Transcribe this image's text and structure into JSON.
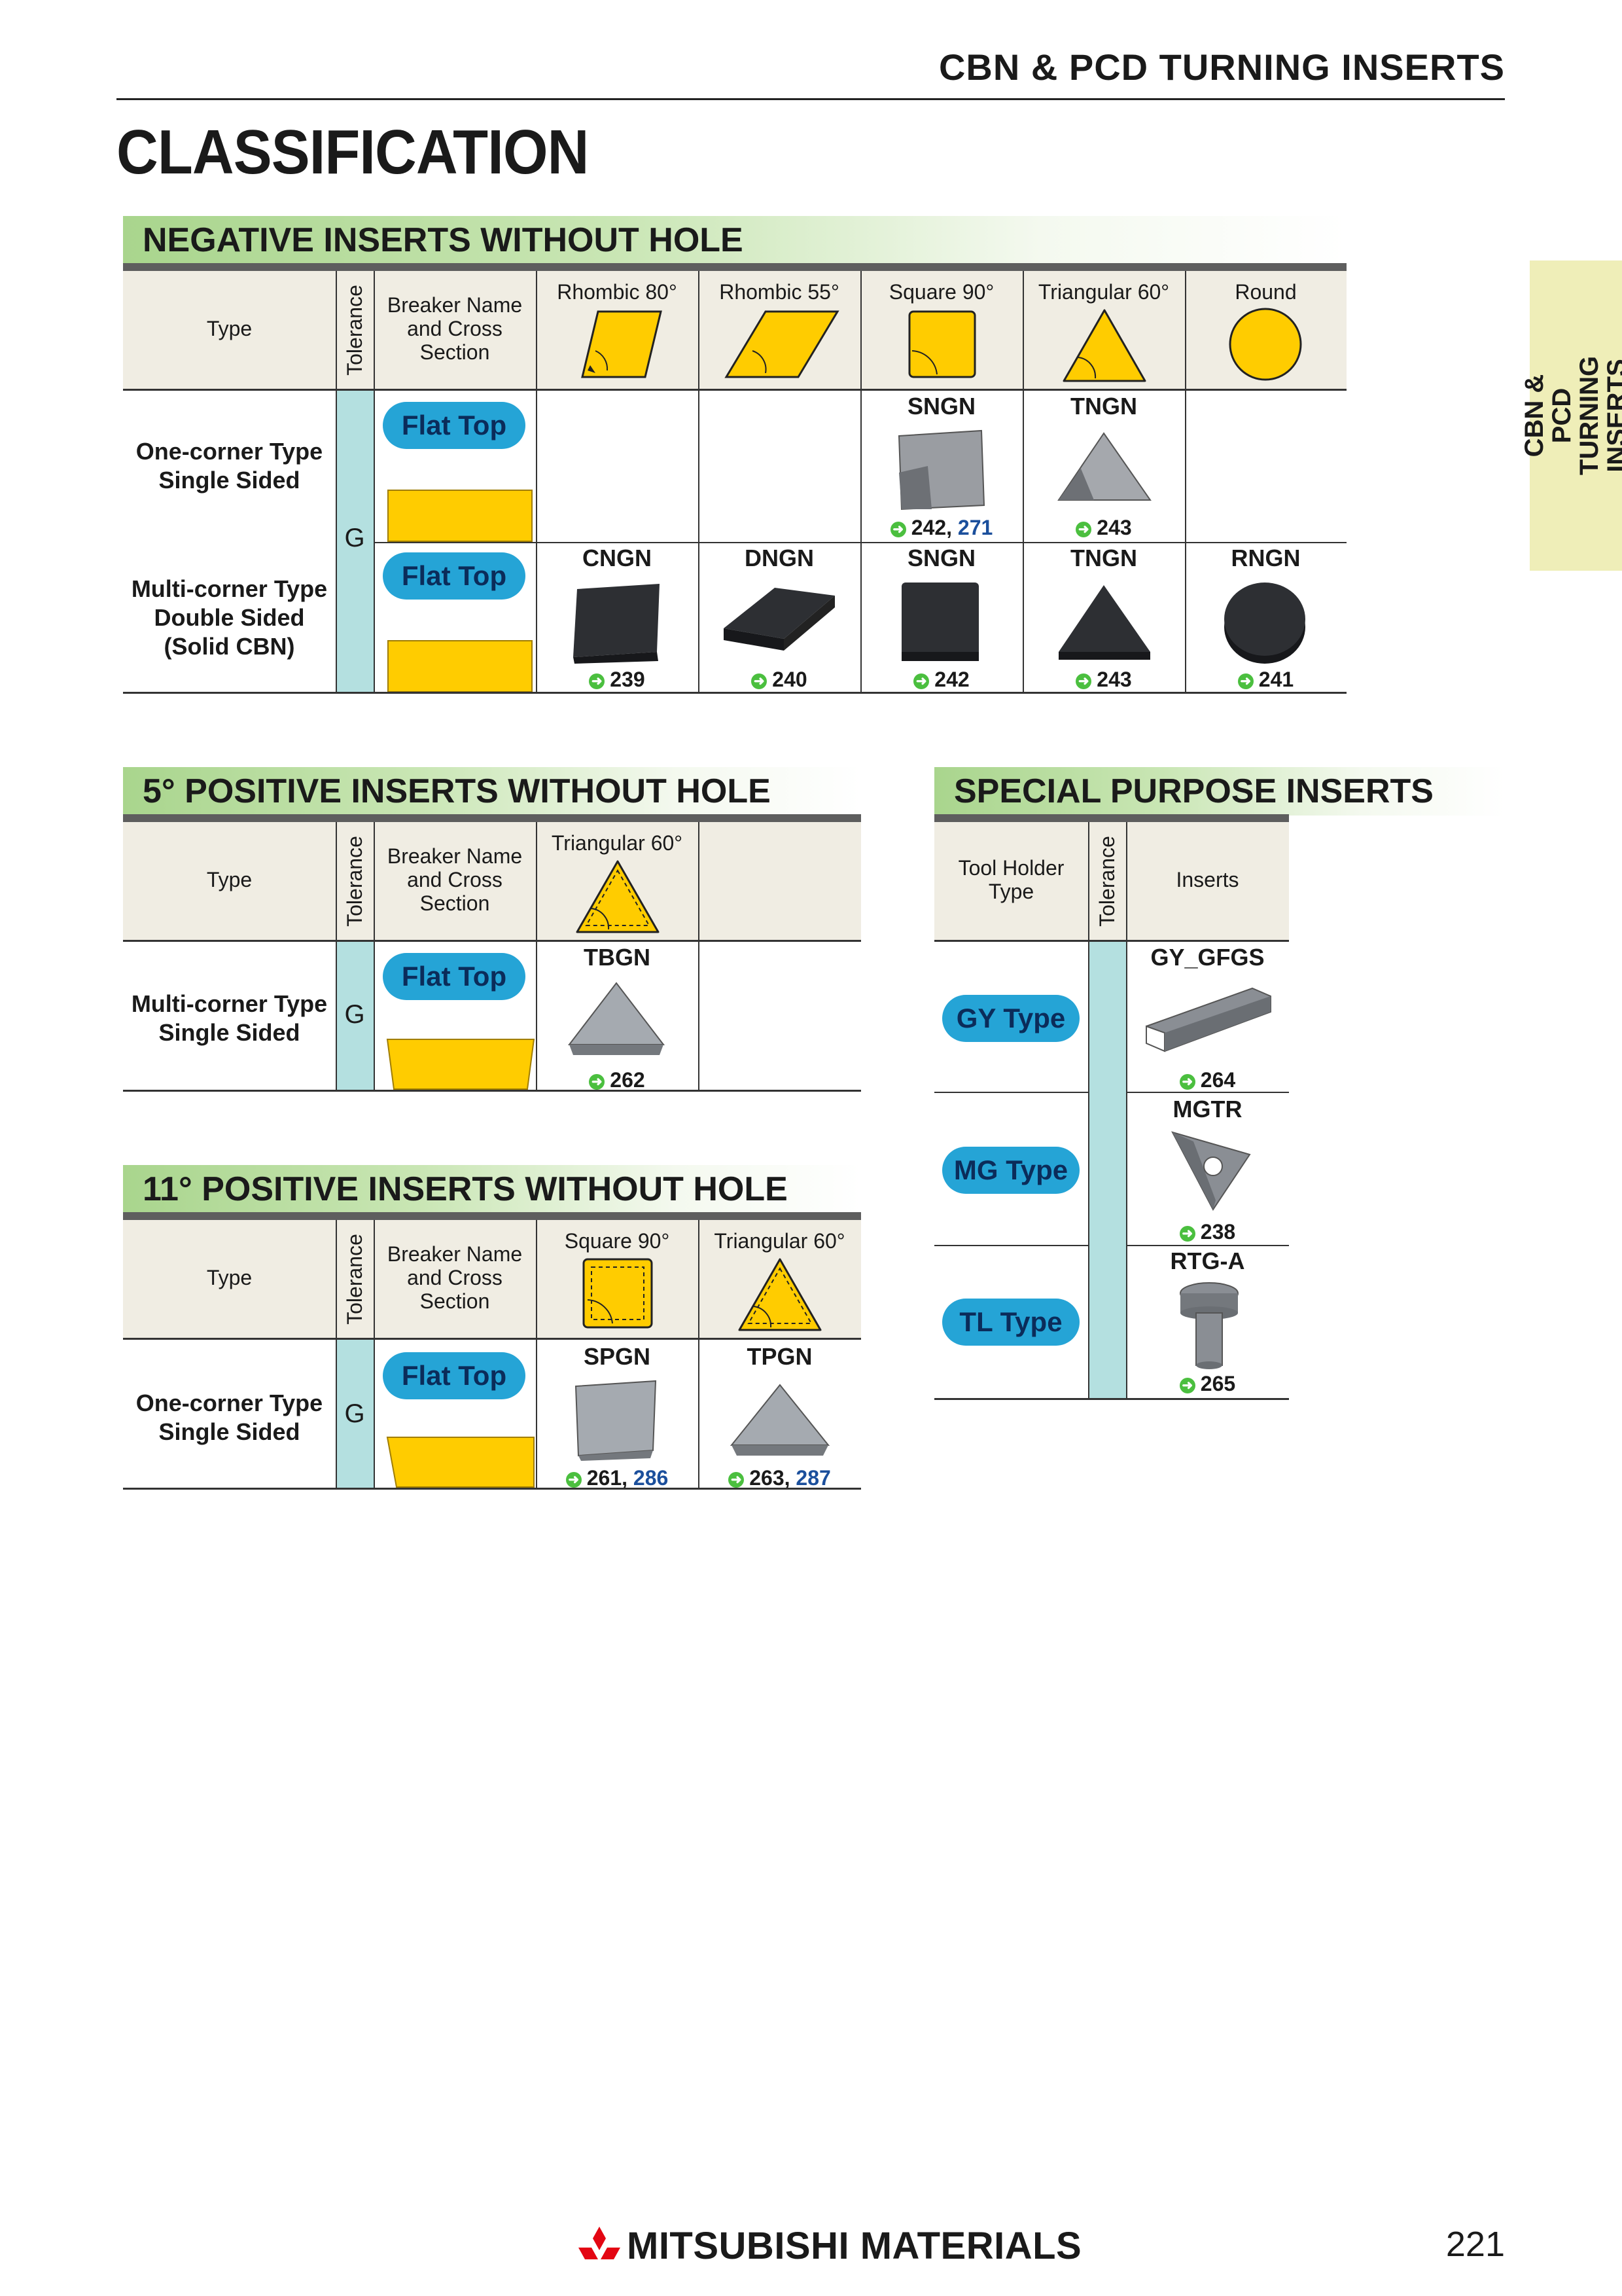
{
  "header": {
    "section_title": "CBN & PCD TURNING INSERTS",
    "page_title": "CLASSIFICATION",
    "side_tab": "CBN & PCD TURNING INSERTS"
  },
  "negative": {
    "heading": "NEGATIVE INSERTS WITHOUT HOLE",
    "col_type": "Type",
    "col_tolerance": "Tolerance",
    "col_breaker": "Breaker Name and Cross Section",
    "shapes": [
      "Rhombic 80°",
      "Rhombic 55°",
      "Square 90°",
      "Triangular 60°",
      "Round"
    ],
    "tolerance": "G",
    "rows": [
      {
        "label_1": "One-corner Type",
        "label_2": "Single Sided",
        "breaker": "Flat Top",
        "items": [
          {
            "code": "SNGN",
            "page": "242",
            "page_blue": "271"
          },
          {
            "code": "TNGN",
            "page": "243"
          }
        ]
      },
      {
        "label_1": "Multi-corner Type",
        "label_2": "Double Sided",
        "label_3": "(Solid CBN)",
        "breaker": "Flat Top",
        "items": [
          {
            "code": "CNGN",
            "page": "239"
          },
          {
            "code": "DNGN",
            "page": "240"
          },
          {
            "code": "SNGN",
            "page": "242"
          },
          {
            "code": "TNGN",
            "page": "243"
          },
          {
            "code": "RNGN",
            "page": "241"
          }
        ]
      }
    ]
  },
  "positive5": {
    "heading": "5° POSITIVE INSERTS WITHOUT HOLE",
    "col_type": "Type",
    "col_tolerance": "Tolerance",
    "col_breaker": "Breaker Name and Cross Section",
    "shape": "Triangular 60°",
    "tolerance": "G",
    "row": {
      "label_1": "Multi-corner Type",
      "label_2": "Single Sided",
      "breaker": "Flat Top",
      "code": "TBGN",
      "page": "262"
    }
  },
  "positive11": {
    "heading": "11° POSITIVE INSERTS WITHOUT HOLE",
    "col_type": "Type",
    "col_tolerance": "Tolerance",
    "col_breaker": "Breaker Name and Cross Section",
    "shapes": [
      "Square 90°",
      "Triangular 60°"
    ],
    "tolerance": "G",
    "row": {
      "label_1": "One-corner Type",
      "label_2": "Single Sided",
      "breaker": "Flat Top",
      "items": [
        {
          "code": "SPGN",
          "page": "261",
          "page_blue": "286"
        },
        {
          "code": "TPGN",
          "page": "263",
          "page_blue": "287"
        }
      ]
    }
  },
  "special": {
    "heading": "SPECIAL PURPOSE INSERTS",
    "col_holder": "Tool Holder Type",
    "col_tolerance": "Tolerance",
    "col_inserts": "Inserts",
    "rows": [
      {
        "holder": "GY Type",
        "code": "GY_GFGS",
        "page": "264"
      },
      {
        "holder": "MG Type",
        "code": "MGTR",
        "page": "238"
      },
      {
        "holder": "TL Type",
        "code": "RTG-A",
        "page": "265"
      }
    ]
  },
  "footer": {
    "brand": "MITSUBISHI MATERIALS",
    "page_number": "221"
  }
}
